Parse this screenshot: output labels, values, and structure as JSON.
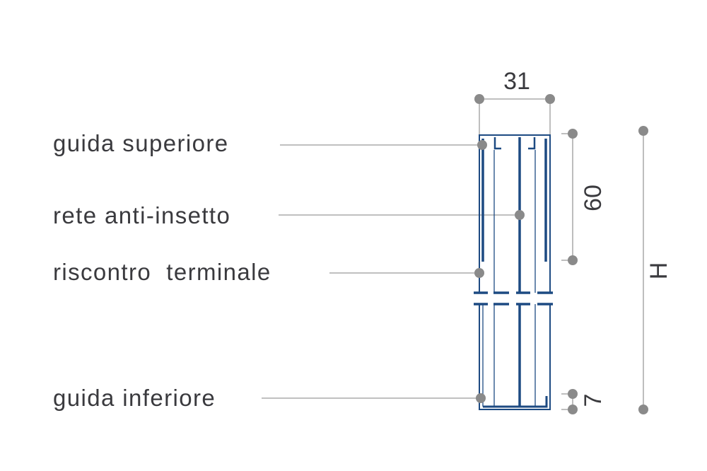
{
  "labels": {
    "guida_superiore": "guida superiore",
    "rete_anti_insetto": "rete anti-insetto",
    "riscontro_terminale": "riscontro  terminale",
    "guida_inferiore": "guida inferiore"
  },
  "dimensions": {
    "width": "31",
    "top_height": "60",
    "bottom_height": "7",
    "total_height": "H"
  },
  "colors": {
    "profile": "#1d4a82",
    "leader": "#9a9a9a",
    "dot": "#8a8a8a",
    "text": "#3a3a3e"
  }
}
